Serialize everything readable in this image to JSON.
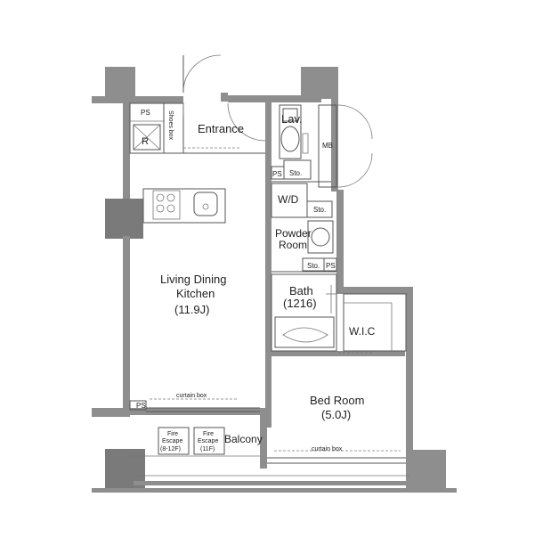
{
  "rooms": {
    "entrance": "Entrance",
    "lav": "Lav.",
    "mb": "MB",
    "ps": "PS",
    "r": "R",
    "shoes_box": "Shoes box",
    "wd": "W/D",
    "sto": "Sto.",
    "powder_room_line1": "Powder",
    "powder_room_line2": "Room",
    "bath": "Bath",
    "bath_size": "(1216)",
    "ldk_line1": "Living Dining",
    "ldk_line2": "Kitchen",
    "ldk_size": "(11.9J)",
    "wic": "W.I.C",
    "bedroom": "Bed Room",
    "bedroom_size": "(5.0J)",
    "curtain_box": "curtain box",
    "balcony": "Balcony",
    "fire_escape": "Fire",
    "escape": "Escape",
    "fire_escape_floors_a": "(8-12F)",
    "fire_escape_floors_b": "(11F)"
  }
}
